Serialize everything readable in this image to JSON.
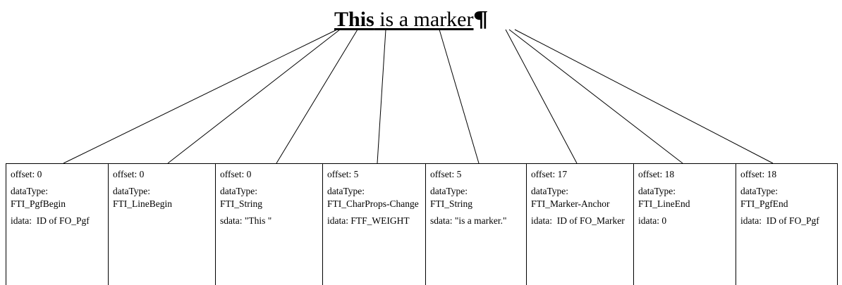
{
  "heading": {
    "word1": "This",
    "rest": " is a marker",
    "pilcrow": "¶"
  },
  "records": [
    {
      "offset": "offset: 0",
      "dataType_label": "dataType:",
      "dataType": "FTI_PgfBegin",
      "extra": "idata:  ID of FO_Pgf"
    },
    {
      "offset": "offset: 0",
      "dataType_label": "dataType:",
      "dataType": "FTI_LineBegin",
      "extra": ""
    },
    {
      "offset": "offset: 0",
      "dataType_label": "dataType:",
      "dataType": "FTI_String",
      "extra": "sdata: \"This \""
    },
    {
      "offset": "offset: 5",
      "dataType_label": "dataType:",
      "dataType": "FTI_CharProps-Change",
      "extra": "idata: FTF_WEIGHT"
    },
    {
      "offset": "offset: 5",
      "dataType_label": "dataType:",
      "dataType": "FTI_String",
      "extra": "sdata: \"is a marker.\""
    },
    {
      "offset": "offset: 17",
      "dataType_label": "dataType:",
      "dataType": "FTI_Marker-Anchor",
      "extra": "idata:  ID of FO_Marker"
    },
    {
      "offset": "offset: 18",
      "dataType_label": "dataType:",
      "dataType": "FTI_LineEnd",
      "extra": "idata: 0"
    },
    {
      "offset": "offset: 18",
      "dataType_label": "dataType:",
      "dataType": "FTI_PgfEnd",
      "extra": "idata:  ID of FO_Pgf"
    }
  ]
}
